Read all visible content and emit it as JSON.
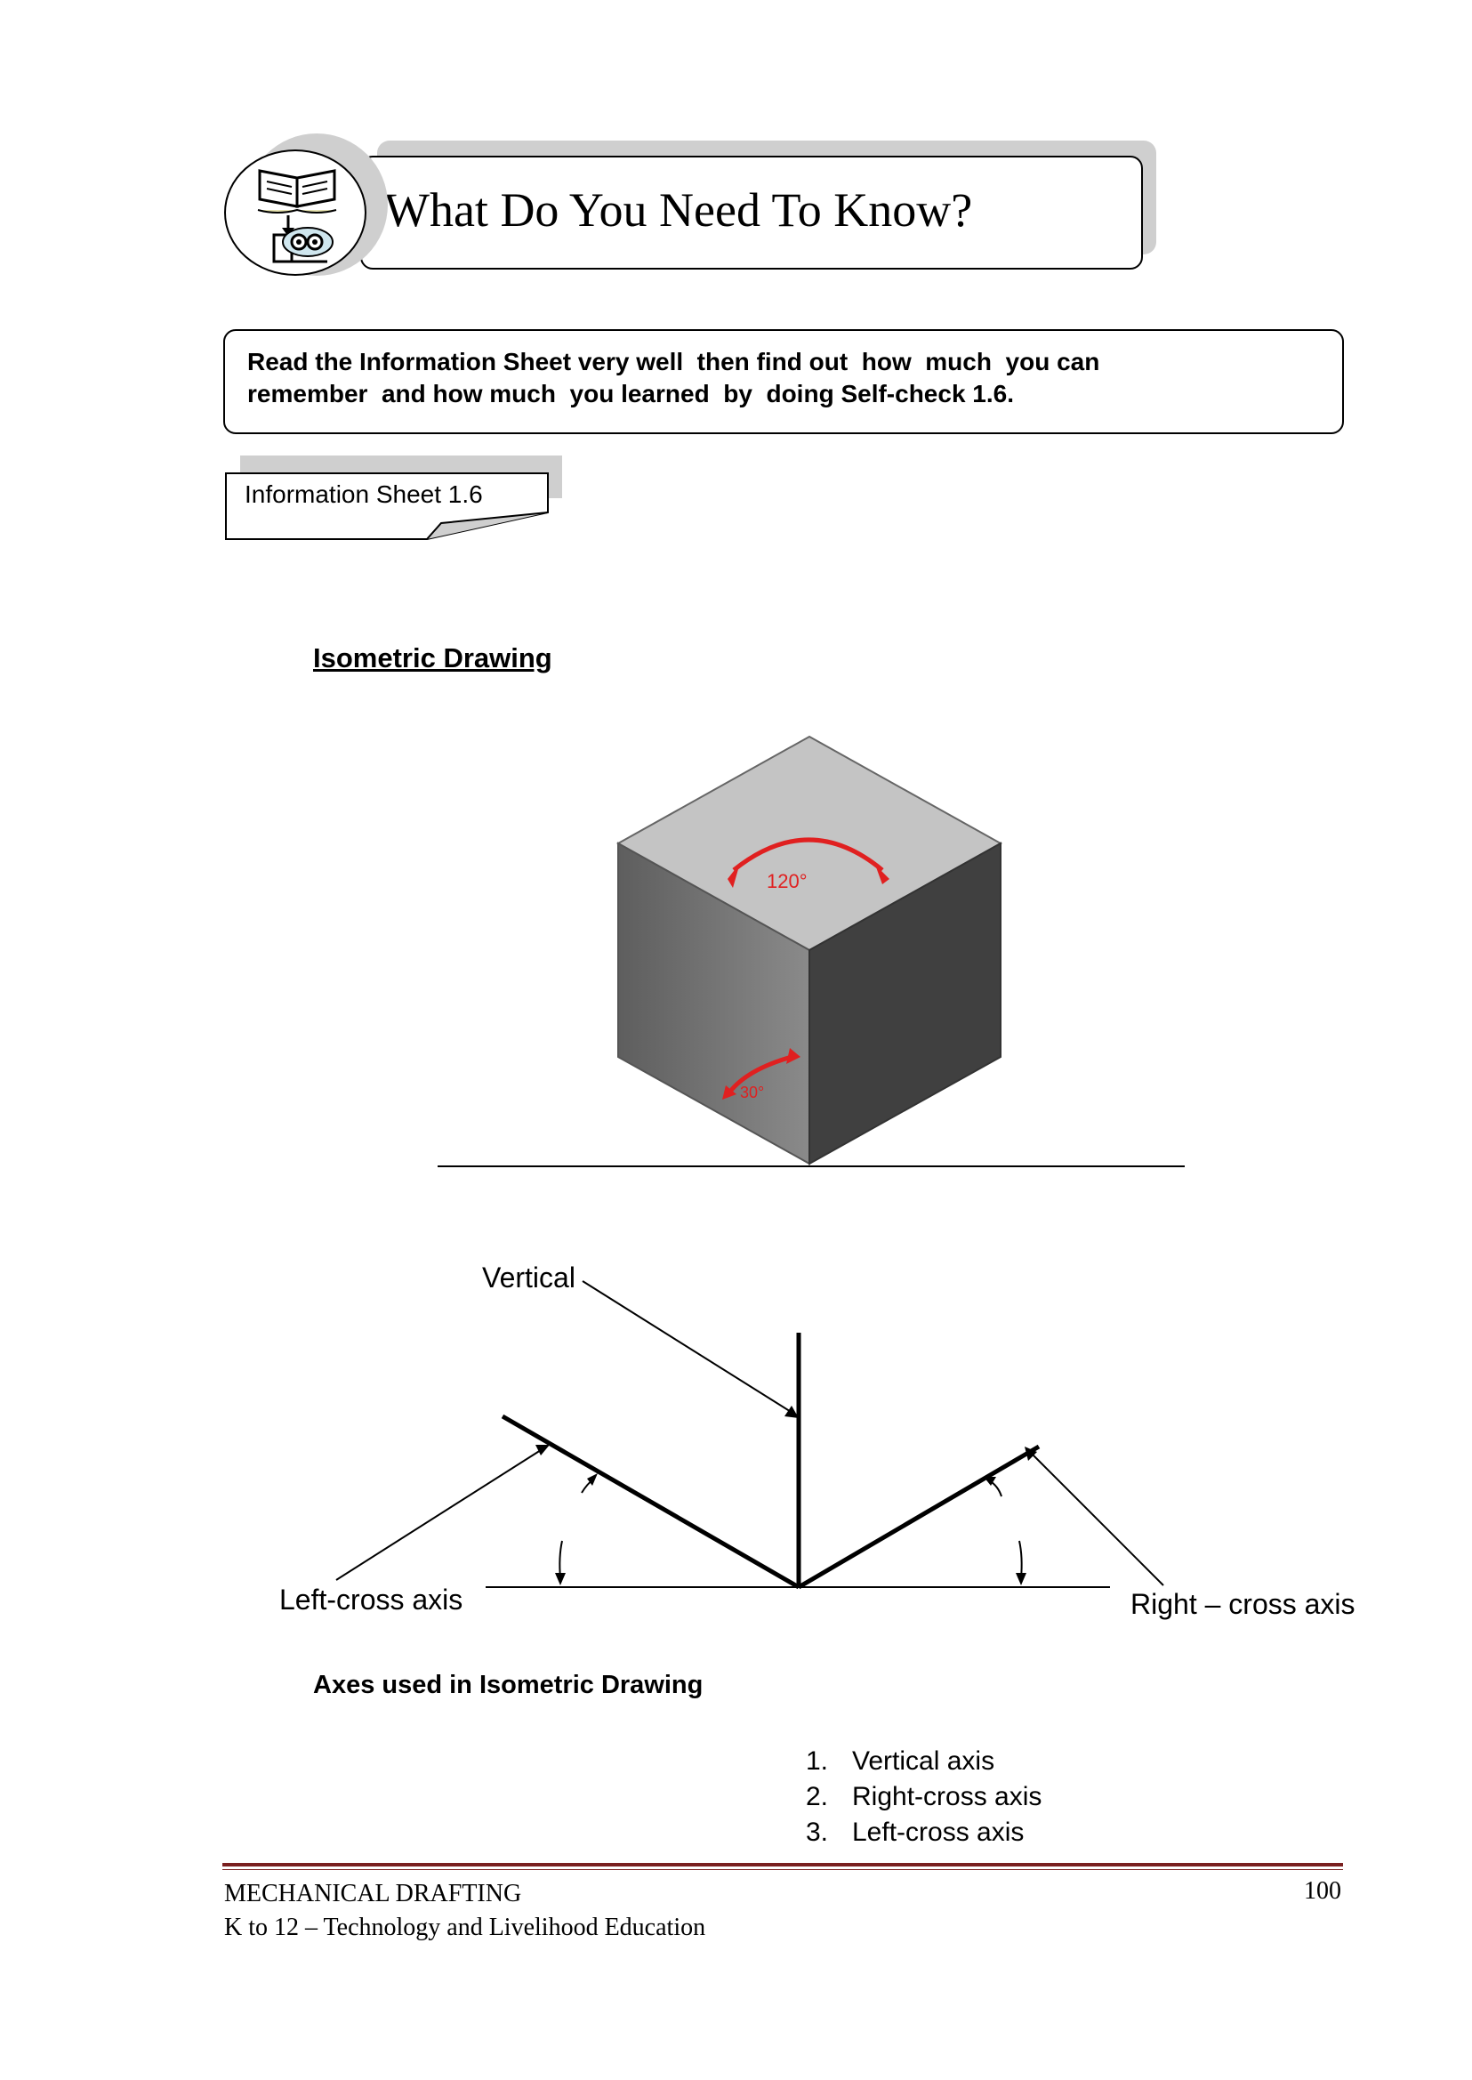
{
  "header": {
    "title": "What Do You Need To Know?",
    "icon": "book-and-reader-icon"
  },
  "instruction": {
    "line1": "Read the Information Sheet very well  then find out  how  much  you can",
    "line2": "remember  and how much  you learned  by  doing Self-check 1.6."
  },
  "info_tab": {
    "label": "Information Sheet 1.6"
  },
  "section": {
    "heading": "Isometric Drawing"
  },
  "cube_figure": {
    "top_angle": "120°",
    "base_angle": "30°",
    "arrow_color": "#e02020"
  },
  "axes_figure": {
    "vertical_label": "Vertical",
    "left_label": "Left-cross axis",
    "right_label": "Right – cross axis",
    "caption": "Axes used in Isometric Drawing"
  },
  "axes_list": [
    {
      "num": "1.",
      "text": "Vertical axis"
    },
    {
      "num": "2.",
      "text": "Right-cross axis"
    },
    {
      "num": "3.",
      "text": "Left-cross axis"
    }
  ],
  "footer": {
    "subject": "MECHANICAL DRAFTING",
    "course": "K to 12 – Technology and Livelihood Education",
    "page": "100",
    "rule_color": "#7a2020"
  }
}
